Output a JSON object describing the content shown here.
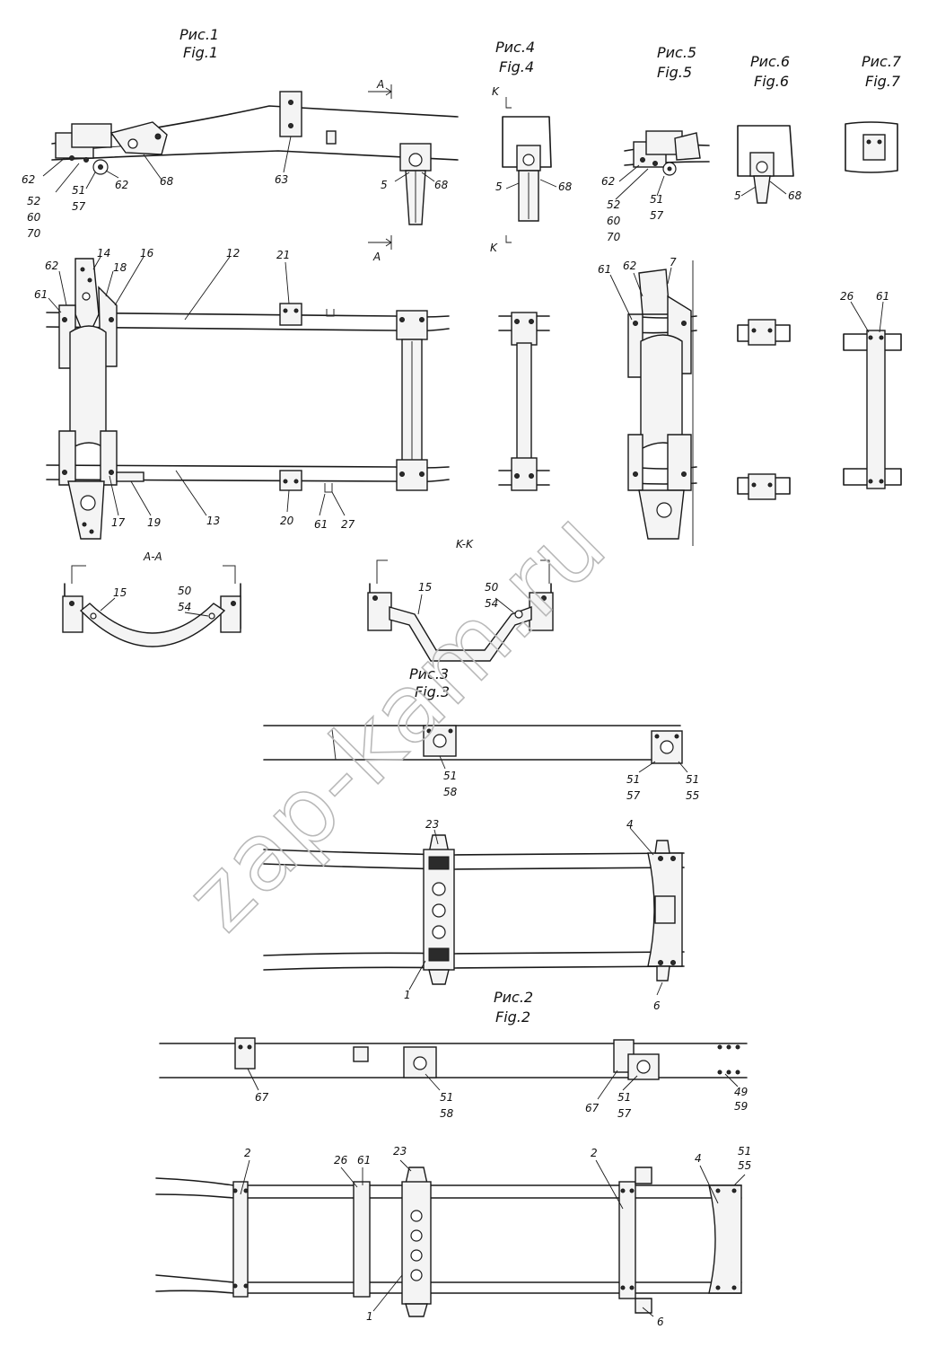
{
  "watermark": "zap-kam.ru",
  "figures": {
    "fig1": {
      "line1": "Рис.1",
      "line2": "Fig.1"
    },
    "fig2": {
      "line1": "Рис.2",
      "line2": "Fig.2"
    },
    "fig3": {
      "line1": "Рис.3",
      "line2": "Fig.3"
    },
    "fig4": {
      "line1": "Рис.4",
      "line2": "Fig.4"
    },
    "fig5": {
      "line1": "Рис.5",
      "line2": "Fig.5"
    },
    "fig6": {
      "line1": "Рис.6",
      "line2": "Fig.6"
    },
    "fig7": {
      "line1": "Рис.7",
      "line2": "Fig.7"
    }
  },
  "sections": {
    "aa": "A-A",
    "kk": "K-K",
    "a": "A",
    "k": "K"
  },
  "labels": {
    "n1": "1",
    "n2": "2",
    "n4": "4",
    "n5": "5",
    "n6": "6",
    "n7": "7",
    "n12": "12",
    "n13": "13",
    "n14": "14",
    "n15": "15",
    "n16": "16",
    "n17": "17",
    "n18": "18",
    "n19": "19",
    "n20": "20",
    "n21": "21",
    "n23": "23",
    "n26": "26",
    "n27": "27",
    "n49": "49",
    "n50": "50",
    "n51": "51",
    "n52": "52",
    "n54": "54",
    "n55": "55",
    "n57": "57",
    "n58": "58",
    "n59": "59",
    "n60": "60",
    "n61": "61",
    "n62": "62",
    "n63": "63",
    "n67": "67",
    "n68": "68",
    "n70": "70"
  }
}
